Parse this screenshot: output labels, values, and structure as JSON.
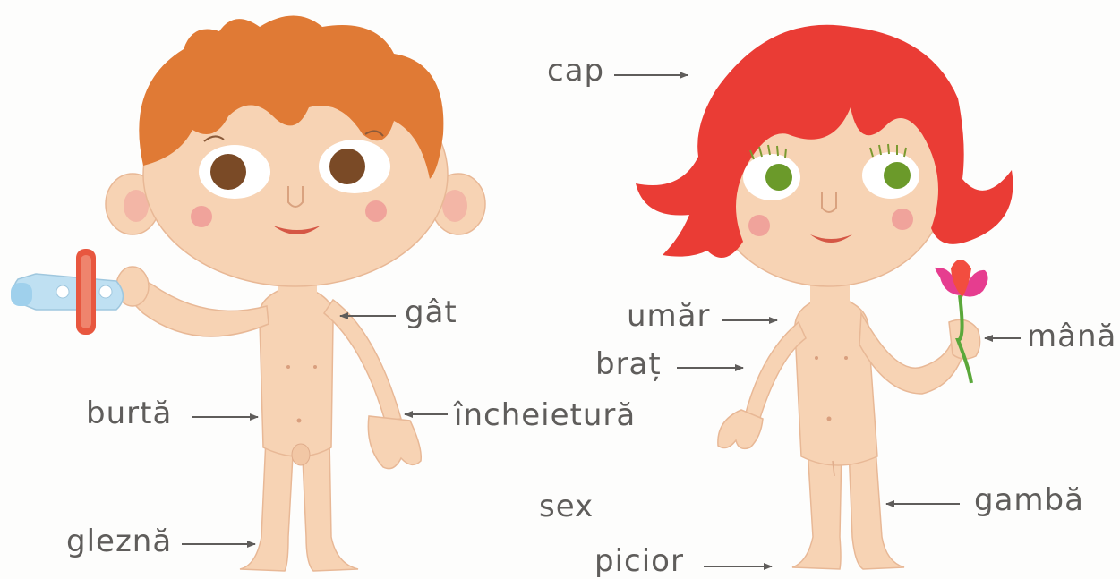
{
  "labels": {
    "cap": "cap",
    "gat": "gât",
    "umar": "umăr",
    "brat": "braț",
    "mana": "mână",
    "burta": "burtă",
    "incheietura": "încheietură",
    "sex": "sex",
    "gamba": "gambă",
    "glezna": "gleznă",
    "picior": "picior"
  },
  "colors": {
    "skin": "#f7d3b4",
    "skin_outline": "#e8b896",
    "boy_hair": "#e07a35",
    "girl_hair": "#ea3c35",
    "cheek": "#ef9a97",
    "mouth": "#d55745",
    "boy_eye": "#7a4a26",
    "girl_eye": "#6b9a2a",
    "text": "#5f5d5b",
    "plane_body": "#bfe0f2",
    "plane_wing": "#e8573f",
    "flower_petal": "#e63d8f",
    "flower_stem": "#5aa83a"
  },
  "icons": {
    "toy": "toy-airplane-icon",
    "flower": "flower-icon"
  }
}
